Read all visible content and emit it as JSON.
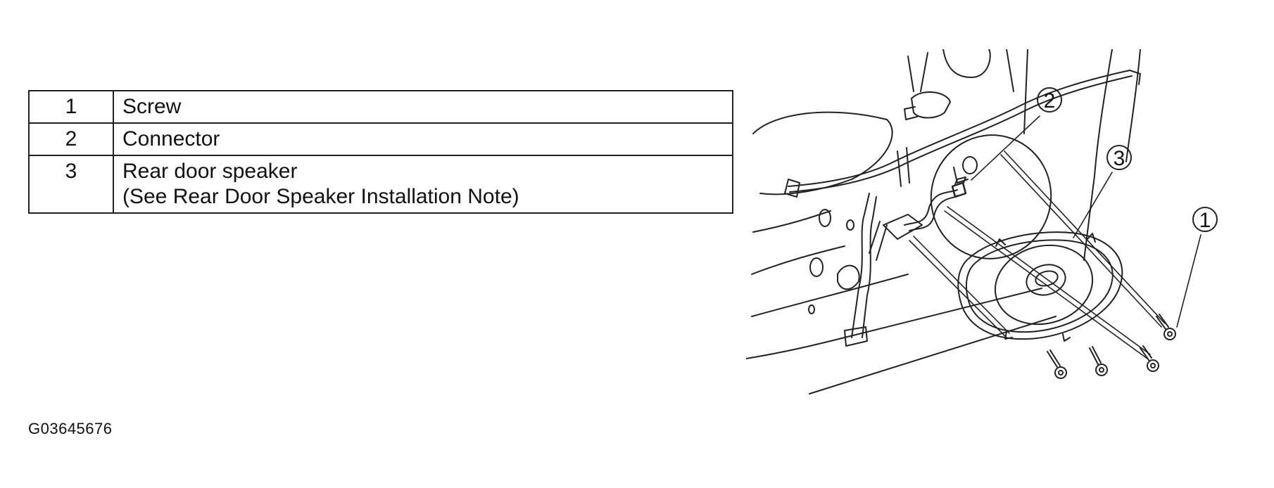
{
  "legend": {
    "rows": [
      {
        "num": "1",
        "lines": [
          "Screw"
        ]
      },
      {
        "num": "2",
        "lines": [
          "Connector"
        ]
      },
      {
        "num": "3",
        "lines": [
          "Rear door speaker",
          "(See Rear Door Speaker Installation Note)"
        ]
      }
    ]
  },
  "figure_code": "G03645676",
  "callouts": [
    "2",
    "3",
    "1"
  ]
}
